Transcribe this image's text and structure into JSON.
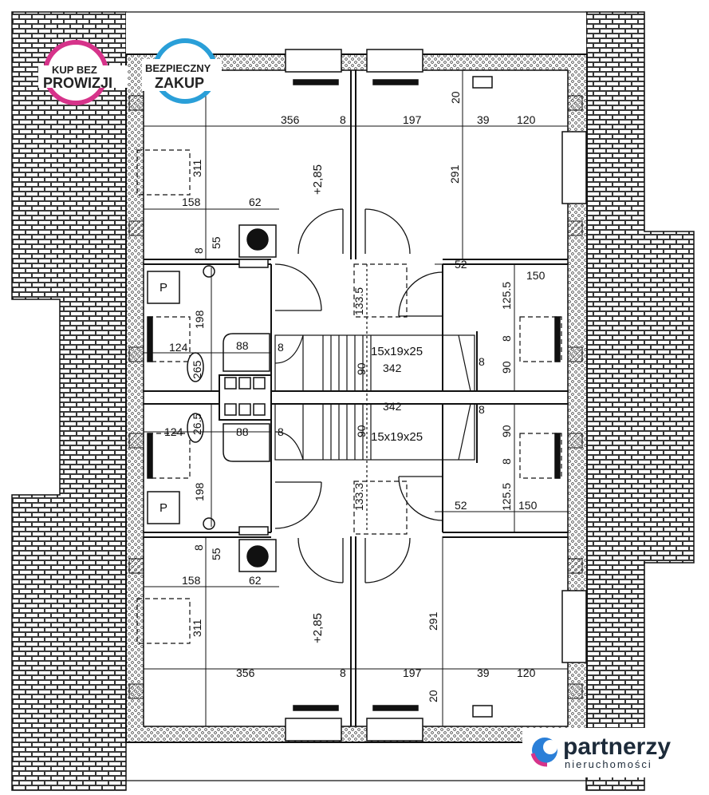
{
  "badges": {
    "left": {
      "line1": "KUP BEZ",
      "line2": "PROWIZJI",
      "color": "#d6338a"
    },
    "right": {
      "line1": "BEZPIECZNY",
      "line2": "ZAKUP",
      "color": "#2a9fd8"
    }
  },
  "brand": {
    "name": "partnerzy",
    "sub": "nieruchomości"
  },
  "plan": {
    "top_unit": {
      "dims": {
        "w356": "356",
        "w8a": "8",
        "w197": "197",
        "w20": "20",
        "w39": "39",
        "w120": "120",
        "h311": "311",
        "h291": "291",
        "w158": "158",
        "w62": "62",
        "v8": "8",
        "v55": "55",
        "w52": "52",
        "w150": "150",
        "h133": "133.5",
        "h1255": "125.5",
        "h198": "198",
        "w124": "124",
        "w88": "88",
        "w8b": "8",
        "h265": "265",
        "h90": "90",
        "h90b": "90",
        "w342": "342",
        "w8c": "8",
        "v8r": "8",
        "height_mark": "+2,85"
      },
      "stair_label": "15x19x25",
      "toilet_label": "P"
    },
    "bottom_unit": {
      "dims": {
        "w356": "356",
        "w8a": "8",
        "w197": "197",
        "w20": "20",
        "w39": "39",
        "w120": "120",
        "h311": "311",
        "h291": "291",
        "w158": "158",
        "w62": "62",
        "v8": "8",
        "v55": "55",
        "w52": "52",
        "w150": "150",
        "h133": "133.3",
        "h1255": "125.5",
        "h198": "198",
        "w124": "124",
        "w88": "88",
        "w8b": "8",
        "h265": "26.5",
        "h90": "90",
        "h90b": "90",
        "w342": "342",
        "w8c": "8",
        "v8r": "8",
        "height_mark": "+2,85"
      },
      "stair_label": "15x19x25",
      "toilet_label": "P"
    }
  }
}
